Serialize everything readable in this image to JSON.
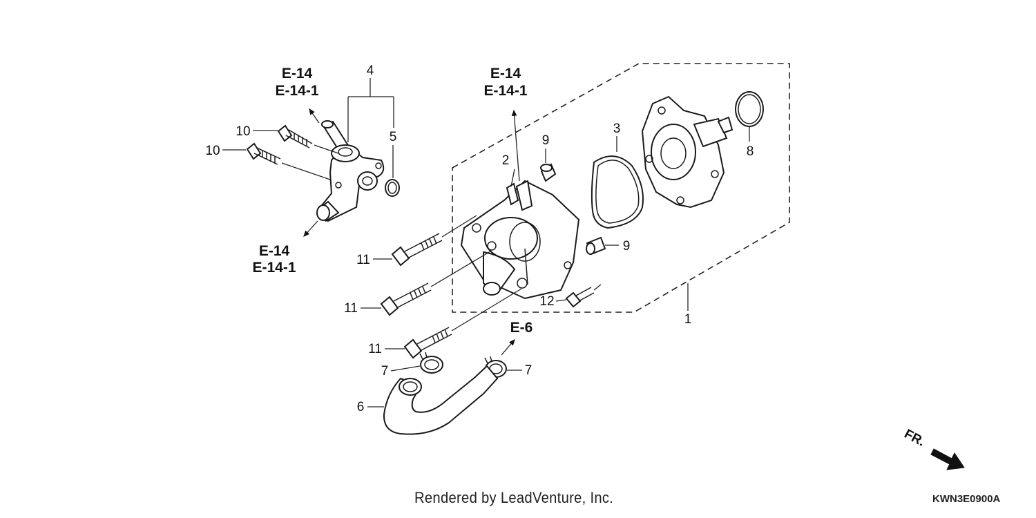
{
  "references": {
    "top_left": [
      "E-14",
      "E-14-1"
    ],
    "bottom_left": [
      "E-14",
      "E-14-1"
    ],
    "top_center": [
      "E-14",
      "E-14-1"
    ],
    "hose": [
      "E-6"
    ]
  },
  "callouts": {
    "p1": "1",
    "p2": "2",
    "p3": "3",
    "p4": "4",
    "p5": "5",
    "p6": "6",
    "p7a": "7",
    "p7b": "7",
    "p8": "8",
    "p9a": "9",
    "p9b": "9",
    "p10a": "10",
    "p10b": "10",
    "p11a": "11",
    "p11b": "11",
    "p11c": "11",
    "p12": "12"
  },
  "direction_label": "FR.",
  "footer": {
    "rendered_by": "Rendered by LeadVenture, Inc.",
    "diagram_code": "KWN3E0900A"
  }
}
